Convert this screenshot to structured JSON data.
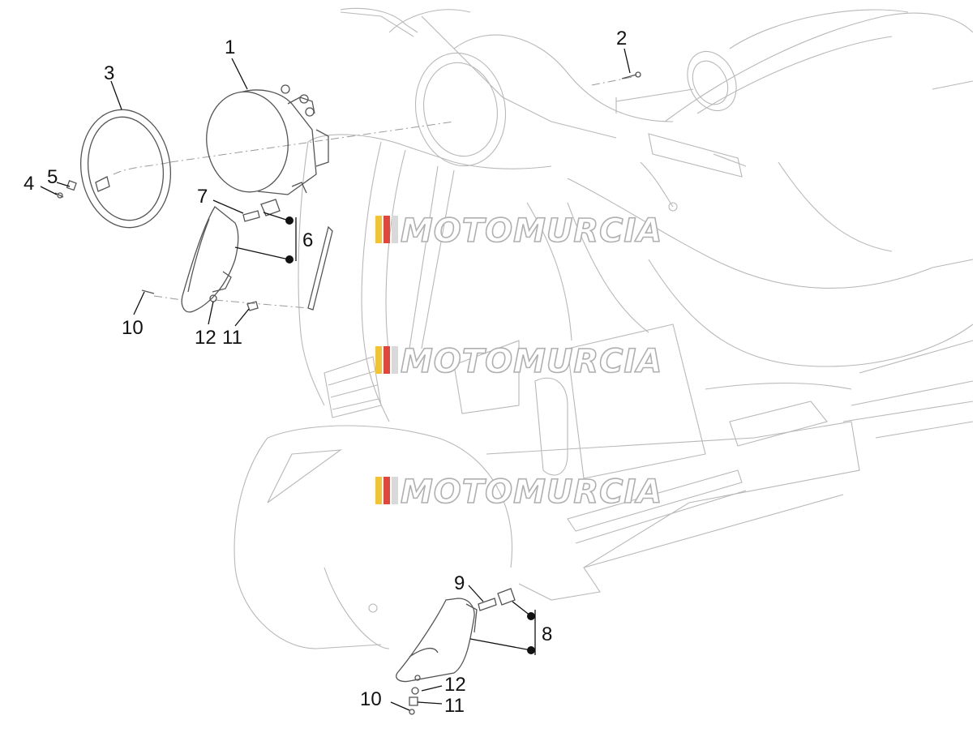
{
  "diagram": {
    "callouts": [
      {
        "id": "c1",
        "label": "1"
      },
      {
        "id": "c2",
        "label": "2"
      },
      {
        "id": "c3",
        "label": "3"
      },
      {
        "id": "c4",
        "label": "4"
      },
      {
        "id": "c5",
        "label": "5"
      },
      {
        "id": "c6",
        "label": "6"
      },
      {
        "id": "c7",
        "label": "7"
      },
      {
        "id": "c10a",
        "label": "10"
      },
      {
        "id": "c12a",
        "label": "12"
      },
      {
        "id": "c11a",
        "label": "11"
      },
      {
        "id": "c9",
        "label": "9"
      },
      {
        "id": "c8",
        "label": "8"
      },
      {
        "id": "c12b",
        "label": "12"
      },
      {
        "id": "c10b",
        "label": "10"
      },
      {
        "id": "c11b",
        "label": "11"
      }
    ],
    "watermark": {
      "text": "MOTOMURCIA",
      "stripe_colors": [
        "#f2c431",
        "#e2453a",
        "#d9d9d9"
      ],
      "stroke_color": "#b0b0b0"
    },
    "colors": {
      "scooter_outline": "#b8b8b8",
      "part_outline": "#555555",
      "leader": "#111111"
    }
  }
}
